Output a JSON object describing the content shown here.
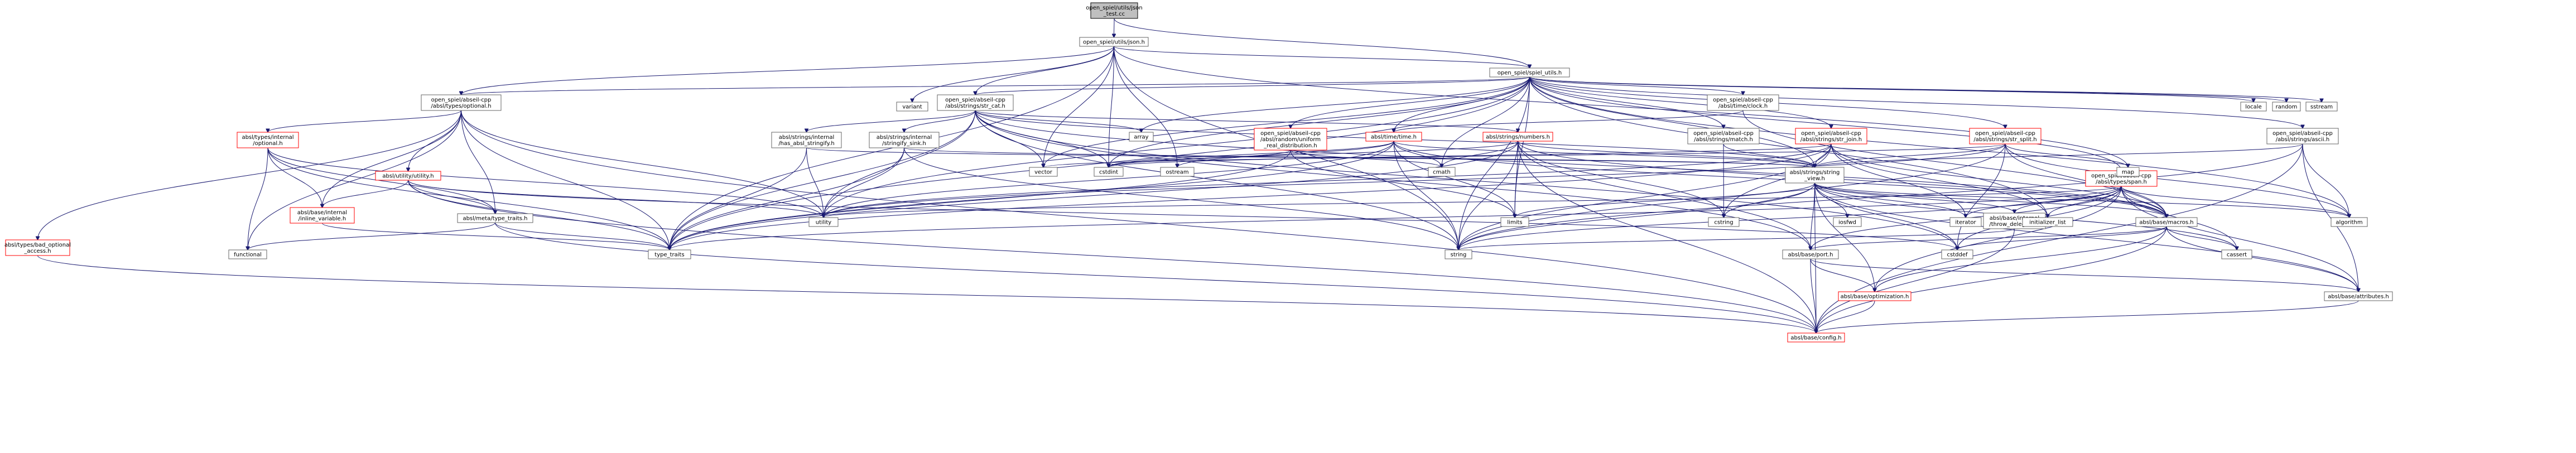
{
  "diagram": {
    "colors": {
      "edge": "#191970",
      "node_border": "#666666",
      "node_border_incomplete": "#ff0000",
      "root_fill": "#bfbfbf",
      "background": "#ffffff"
    },
    "nodes": [
      {
        "id": "root",
        "lines": [
          "open_spiel/utils/json",
          "_test.cc"
        ],
        "style": "root"
      },
      {
        "id": "json_h",
        "lines": [
          "open_spiel/utils/json.h"
        ],
        "style": "normal"
      },
      {
        "id": "spiel_utils",
        "lines": [
          "open_spiel/spiel_utils.h"
        ],
        "style": "normal"
      },
      {
        "id": "optional_h",
        "lines": [
          "open_spiel/abseil-cpp",
          "/absl/types/optional.h"
        ],
        "style": "normal"
      },
      {
        "id": "str_cat",
        "lines": [
          "open_spiel/abseil-cpp",
          "/absl/strings/str_cat.h"
        ],
        "style": "normal"
      },
      {
        "id": "variant",
        "lines": [
          "variant"
        ],
        "style": "normal"
      },
      {
        "id": "clock_h",
        "lines": [
          "open_spiel/abseil-cpp",
          "/absl/time/clock.h"
        ],
        "style": "normal"
      },
      {
        "id": "uniform_real",
        "lines": [
          "open_spiel/abseil-cpp",
          "/absl/random/uniform",
          "_real_distribution.h"
        ],
        "style": "red"
      },
      {
        "id": "match_h",
        "lines": [
          "open_spiel/abseil-cpp",
          "/absl/strings/match.h"
        ],
        "style": "normal"
      },
      {
        "id": "str_join",
        "lines": [
          "open_spiel/abseil-cpp",
          "/absl/strings/str_join.h"
        ],
        "style": "red"
      },
      {
        "id": "str_split",
        "lines": [
          "open_spiel/abseil-cpp",
          "/absl/strings/str_split.h"
        ],
        "style": "red"
      },
      {
        "id": "ascii_h",
        "lines": [
          "open_spiel/abseil-cpp",
          "/absl/strings/ascii.h"
        ],
        "style": "normal"
      },
      {
        "id": "locale",
        "lines": [
          "locale"
        ],
        "style": "normal"
      },
      {
        "id": "random",
        "lines": [
          "random"
        ],
        "style": "normal"
      },
      {
        "id": "sstream",
        "lines": [
          "sstream"
        ],
        "style": "normal"
      },
      {
        "id": "types_internal_optional",
        "lines": [
          "absl/types/internal",
          "/optional.h"
        ],
        "style": "red"
      },
      {
        "id": "has_absl_stringify",
        "lines": [
          "absl/strings/internal",
          "/has_absl_stringify.h"
        ],
        "style": "normal"
      },
      {
        "id": "stringify_sink",
        "lines": [
          "absl/strings/internal",
          "/stringify_sink.h"
        ],
        "style": "normal"
      },
      {
        "id": "time_h",
        "lines": [
          "absl/time/time.h"
        ],
        "style": "red"
      },
      {
        "id": "numbers_h",
        "lines": [
          "absl/strings/numbers.h"
        ],
        "style": "red"
      },
      {
        "id": "utility_h",
        "lines": [
          "absl/utility/utility.h"
        ],
        "style": "red"
      },
      {
        "id": "string_view",
        "lines": [
          "absl/strings/string",
          "_view.h"
        ],
        "style": "normal"
      },
      {
        "id": "span_h",
        "lines": [
          "open_spiel/abseil-cpp",
          "/absl/types/span.h"
        ],
        "style": "red"
      },
      {
        "id": "bad_optional",
        "lines": [
          "absl/types/bad_optional",
          "_access.h"
        ],
        "style": "red"
      },
      {
        "id": "inline_variable",
        "lines": [
          "absl/base/internal",
          "/inline_variable.h"
        ],
        "style": "red"
      },
      {
        "id": "type_traits_absl",
        "lines": [
          "absl/meta/type_traits.h"
        ],
        "style": "normal"
      },
      {
        "id": "throw_delegate",
        "lines": [
          "absl/base/internal",
          "/throw_delegate.h"
        ],
        "style": "normal"
      },
      {
        "id": "macros_h",
        "lines": [
          "absl/base/macros.h"
        ],
        "style": "normal"
      },
      {
        "id": "port_h",
        "lines": [
          "absl/base/port.h"
        ],
        "style": "normal"
      },
      {
        "id": "optimization_h",
        "lines": [
          "absl/base/optimization.h"
        ],
        "style": "red"
      },
      {
        "id": "attributes_h",
        "lines": [
          "absl/base/attributes.h"
        ],
        "style": "normal"
      },
      {
        "id": "config_h",
        "lines": [
          "absl/base/config.h"
        ],
        "style": "red"
      },
      {
        "id": "array",
        "lines": [
          "array"
        ],
        "style": "normal"
      },
      {
        "id": "vector",
        "lines": [
          "vector"
        ],
        "style": "normal"
      },
      {
        "id": "cstdint",
        "lines": [
          "cstdint"
        ],
        "style": "normal"
      },
      {
        "id": "ostream",
        "lines": [
          "ostream"
        ],
        "style": "normal"
      },
      {
        "id": "cmath",
        "lines": [
          "cmath"
        ],
        "style": "normal"
      },
      {
        "id": "map",
        "lines": [
          "map"
        ],
        "style": "normal"
      },
      {
        "id": "limits",
        "lines": [
          "limits"
        ],
        "style": "normal"
      },
      {
        "id": "cstring",
        "lines": [
          "cstring"
        ],
        "style": "normal"
      },
      {
        "id": "iosfwd",
        "lines": [
          "iosfwd"
        ],
        "style": "normal"
      },
      {
        "id": "iterator",
        "lines": [
          "iterator"
        ],
        "style": "normal"
      },
      {
        "id": "initializer_list",
        "lines": [
          "initializer_list"
        ],
        "style": "normal"
      },
      {
        "id": "algorithm",
        "lines": [
          "algorithm"
        ],
        "style": "normal"
      },
      {
        "id": "utility",
        "lines": [
          "utility"
        ],
        "style": "normal"
      },
      {
        "id": "functional",
        "lines": [
          "functional"
        ],
        "style": "normal"
      },
      {
        "id": "type_traits",
        "lines": [
          "type_traits"
        ],
        "style": "normal"
      },
      {
        "id": "string",
        "lines": [
          "string"
        ],
        "style": "normal"
      },
      {
        "id": "cstddef",
        "lines": [
          "cstddef"
        ],
        "style": "normal"
      },
      {
        "id": "cassert",
        "lines": [
          "cassert"
        ],
        "style": "normal"
      }
    ],
    "edges": [
      [
        "root",
        "json_h"
      ],
      [
        "root",
        "spiel_utils"
      ],
      [
        "json_h",
        "optional_h"
      ],
      [
        "json_h",
        "str_cat"
      ],
      [
        "json_h",
        "variant"
      ],
      [
        "json_h",
        "spiel_utils"
      ],
      [
        "json_h",
        "cstdint"
      ],
      [
        "json_h",
        "vector"
      ],
      [
        "json_h",
        "ostream"
      ],
      [
        "json_h",
        "string"
      ],
      [
        "json_h",
        "type_traits"
      ],
      [
        "json_h",
        "map"
      ],
      [
        "spiel_utils",
        "optional_h"
      ],
      [
        "spiel_utils",
        "str_cat"
      ],
      [
        "spiel_utils",
        "clock_h"
      ],
      [
        "spiel_utils",
        "uniform_real"
      ],
      [
        "spiel_utils",
        "match_h"
      ],
      [
        "spiel_utils",
        "str_join"
      ],
      [
        "spiel_utils",
        "str_split"
      ],
      [
        "spiel_utils",
        "ascii_h"
      ],
      [
        "spiel_utils",
        "locale"
      ],
      [
        "spiel_utils",
        "random"
      ],
      [
        "spiel_utils",
        "sstream"
      ],
      [
        "spiel_utils",
        "span_h"
      ],
      [
        "spiel_utils",
        "time_h"
      ],
      [
        "spiel_utils",
        "array"
      ],
      [
        "spiel_utils",
        "cstdint"
      ],
      [
        "spiel_utils",
        "cmath"
      ],
      [
        "spiel_utils",
        "string"
      ],
      [
        "spiel_utils",
        "vector"
      ],
      [
        "spiel_utils",
        "utility"
      ],
      [
        "spiel_utils",
        "limits"
      ],
      [
        "spiel_utils",
        "type_traits"
      ],
      [
        "spiel_utils",
        "initializer_list"
      ],
      [
        "spiel_utils",
        "algorithm"
      ],
      [
        "spiel_utils",
        "string_view"
      ],
      [
        "optional_h",
        "types_internal_optional"
      ],
      [
        "optional_h",
        "utility_h"
      ],
      [
        "optional_h",
        "bad_optional"
      ],
      [
        "optional_h",
        "inline_variable"
      ],
      [
        "optional_h",
        "type_traits_absl"
      ],
      [
        "optional_h",
        "config_h"
      ],
      [
        "optional_h",
        "functional"
      ],
      [
        "optional_h",
        "utility"
      ],
      [
        "optional_h",
        "type_traits"
      ],
      [
        "str_cat",
        "has_absl_stringify"
      ],
      [
        "str_cat",
        "stringify_sink"
      ],
      [
        "str_cat",
        "numbers_h"
      ],
      [
        "str_cat",
        "string_view"
      ],
      [
        "str_cat",
        "array"
      ],
      [
        "str_cat",
        "cstdint"
      ],
      [
        "str_cat",
        "string"
      ],
      [
        "str_cat",
        "vector"
      ],
      [
        "str_cat",
        "type_traits"
      ],
      [
        "str_cat",
        "utility"
      ],
      [
        "str_cat",
        "macros_h"
      ],
      [
        "str_cat",
        "port_h"
      ],
      [
        "str_cat",
        "cstddef"
      ],
      [
        "clock_h",
        "time_h"
      ],
      [
        "clock_h",
        "macros_h"
      ],
      [
        "uniform_real",
        "cmath"
      ],
      [
        "uniform_real",
        "cstdint"
      ],
      [
        "uniform_real",
        "limits"
      ],
      [
        "uniform_real",
        "type_traits"
      ],
      [
        "match_h",
        "cstring"
      ],
      [
        "match_h",
        "string_view"
      ],
      [
        "str_join",
        "string_view"
      ],
      [
        "str_join",
        "cstdint"
      ],
      [
        "str_join",
        "cstring"
      ],
      [
        "str_join",
        "initializer_list"
      ],
      [
        "str_join",
        "iterator"
      ],
      [
        "str_join",
        "string"
      ],
      [
        "str_join",
        "type_traits"
      ],
      [
        "str_join",
        "utility"
      ],
      [
        "str_join",
        "macros_h"
      ],
      [
        "str_split",
        "string_view"
      ],
      [
        "str_split",
        "map"
      ],
      [
        "str_split",
        "vector"
      ],
      [
        "str_split",
        "cstddef"
      ],
      [
        "str_split",
        "algorithm"
      ],
      [
        "str_split",
        "string"
      ],
      [
        "str_split",
        "utility"
      ],
      [
        "str_split",
        "macros_h"
      ],
      [
        "ascii_h",
        "algorithm"
      ],
      [
        "ascii_h",
        "string"
      ],
      [
        "ascii_h",
        "string_view"
      ],
      [
        "ascii_h",
        "attributes_h"
      ],
      [
        "ascii_h",
        "config_h"
      ],
      [
        "types_internal_optional",
        "inline_variable"
      ],
      [
        "types_internal_optional",
        "type_traits_absl"
      ],
      [
        "types_internal_optional",
        "functional"
      ],
      [
        "types_internal_optional",
        "type_traits"
      ],
      [
        "types_internal_optional",
        "utility"
      ],
      [
        "has_absl_stringify",
        "type_traits"
      ],
      [
        "has_absl_stringify",
        "utility"
      ],
      [
        "has_absl_stringify",
        "string_view"
      ],
      [
        "stringify_sink",
        "string"
      ],
      [
        "stringify_sink",
        "type_traits"
      ],
      [
        "stringify_sink",
        "utility"
      ],
      [
        "stringify_sink",
        "string_view"
      ],
      [
        "time_h",
        "cmath"
      ],
      [
        "time_h",
        "cstdint"
      ],
      [
        "time_h",
        "ostream"
      ],
      [
        "time_h",
        "string"
      ],
      [
        "time_h",
        "type_traits"
      ],
      [
        "time_h",
        "utility"
      ],
      [
        "time_h",
        "limits"
      ],
      [
        "time_h",
        "string_view"
      ],
      [
        "time_h",
        "macros_h"
      ],
      [
        "numbers_h",
        "cmath"
      ],
      [
        "numbers_h",
        "cstdint"
      ],
      [
        "numbers_h",
        "cstring"
      ],
      [
        "numbers_h",
        "ctime"
      ],
      [
        "numbers_h",
        "limits"
      ],
      [
        "numbers_h",
        "string"
      ],
      [
        "numbers_h",
        "type_traits"
      ],
      [
        "numbers_h",
        "string_view"
      ],
      [
        "numbers_h",
        "macros_h"
      ],
      [
        "numbers_h",
        "port_h"
      ],
      [
        "numbers_h",
        "config_h"
      ],
      [
        "utility_h",
        "cstddef"
      ],
      [
        "utility_h",
        "inline_variable"
      ],
      [
        "utility_h",
        "type_traits_absl"
      ],
      [
        "utility_h",
        "utility"
      ],
      [
        "utility_h",
        "type_traits"
      ],
      [
        "utility_h",
        "config_h"
      ],
      [
        "string_view",
        "cstddef"
      ],
      [
        "string_view",
        "cstring"
      ],
      [
        "string_view",
        "iosfwd"
      ],
      [
        "string_view",
        "iterator"
      ],
      [
        "string_view",
        "limits"
      ],
      [
        "string_view",
        "string"
      ],
      [
        "string_view",
        "throw_delegate"
      ],
      [
        "string_view",
        "macros_h"
      ],
      [
        "string_view",
        "port_h"
      ],
      [
        "string_view",
        "optimization_h"
      ],
      [
        "string_view",
        "attributes_h"
      ],
      [
        "string_view",
        "config_h"
      ],
      [
        "string_view",
        "algorithm"
      ],
      [
        "string_view",
        "cassert"
      ],
      [
        "span_h",
        "algorithm"
      ],
      [
        "span_h",
        "cassert"
      ],
      [
        "span_h",
        "cstddef"
      ],
      [
        "span_h",
        "initializer_list"
      ],
      [
        "span_h",
        "iterator"
      ],
      [
        "span_h",
        "type_traits"
      ],
      [
        "span_h",
        "utility"
      ],
      [
        "span_h",
        "throw_delegate"
      ],
      [
        "span_h",
        "macros_h"
      ],
      [
        "span_h",
        "optimization_h"
      ],
      [
        "span_h",
        "port_h"
      ],
      [
        "span_h",
        "attributes_h"
      ],
      [
        "span_h",
        "string"
      ],
      [
        "bad_optional",
        "config_h"
      ],
      [
        "inline_variable",
        "type_traits"
      ],
      [
        "type_traits_absl",
        "type_traits"
      ],
      [
        "type_traits_absl",
        "functional"
      ],
      [
        "type_traits_absl",
        "config_h"
      ],
      [
        "throw_delegate",
        "string"
      ],
      [
        "throw_delegate",
        "config_h"
      ],
      [
        "macros_h",
        "cassert"
      ],
      [
        "macros_h",
        "cstddef"
      ],
      [
        "macros_h",
        "attributes_h"
      ],
      [
        "macros_h",
        "optimization_h"
      ],
      [
        "macros_h",
        "port_h"
      ],
      [
        "macros_h",
        "config_h"
      ],
      [
        "port_h",
        "attributes_h"
      ],
      [
        "port_h",
        "config_h"
      ],
      [
        "port_h",
        "optimization_h"
      ],
      [
        "optimization_h",
        "config_h"
      ],
      [
        "attributes_h",
        "config_h"
      ]
    ]
  }
}
